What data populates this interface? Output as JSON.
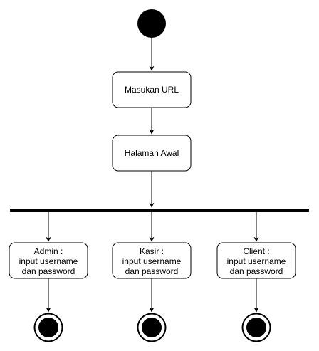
{
  "diagram": {
    "type": "uml-activity",
    "nodes": {
      "masukan_url": {
        "label": "Masukan URL"
      },
      "halaman_awal": {
        "label": "Halaman Awal"
      },
      "admin": {
        "lines": [
          "Admin :",
          "input username",
          "dan password"
        ]
      },
      "kasir": {
        "lines": [
          "Kasir :",
          "input username",
          "dan password"
        ]
      },
      "client": {
        "lines": [
          "Client :",
          "input username",
          "dan password"
        ]
      }
    }
  },
  "colors": {
    "stroke": "#000000",
    "fill": "#ffffff",
    "node_fill": "#000000"
  }
}
